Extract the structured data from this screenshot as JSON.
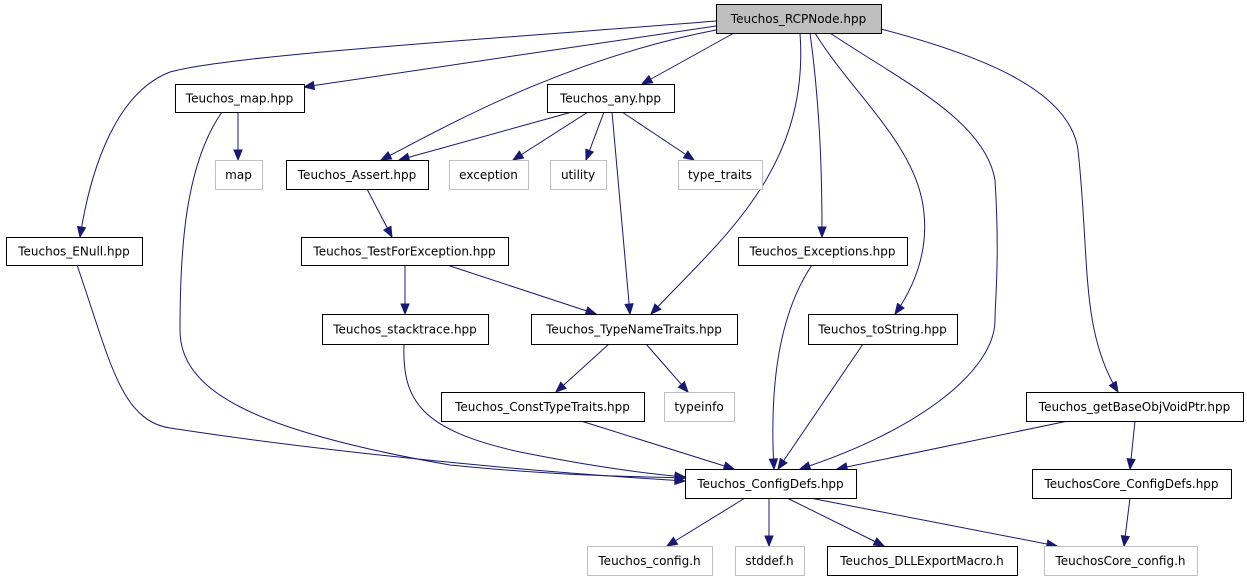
{
  "graph": {
    "edge_color": "#191970",
    "nodes": [
      {
        "id": "rcpnode",
        "label": "Teuchos_RCPNode.hpp",
        "style": "root"
      },
      {
        "id": "map_hpp",
        "label": "Teuchos_map.hpp",
        "style": "normal"
      },
      {
        "id": "any_hpp",
        "label": "Teuchos_any.hpp",
        "style": "normal"
      },
      {
        "id": "map",
        "label": "map",
        "style": "external"
      },
      {
        "id": "assert_hpp",
        "label": "Teuchos_Assert.hpp",
        "style": "normal"
      },
      {
        "id": "exception",
        "label": "exception",
        "style": "external"
      },
      {
        "id": "utility",
        "label": "utility",
        "style": "external"
      },
      {
        "id": "type_traits",
        "label": "type_traits",
        "style": "external"
      },
      {
        "id": "enull_hpp",
        "label": "Teuchos_ENull.hpp",
        "style": "normal"
      },
      {
        "id": "testforexc",
        "label": "Teuchos_TestForException.hpp",
        "style": "normal"
      },
      {
        "id": "exceptions_hpp",
        "label": "Teuchos_Exceptions.hpp",
        "style": "normal"
      },
      {
        "id": "stacktrace",
        "label": "Teuchos_stacktrace.hpp",
        "style": "normal"
      },
      {
        "id": "typenametraits",
        "label": "Teuchos_TypeNameTraits.hpp",
        "style": "normal"
      },
      {
        "id": "tostring",
        "label": "Teuchos_toString.hpp",
        "style": "normal"
      },
      {
        "id": "consttypetraits",
        "label": "Teuchos_ConstTypeTraits.hpp",
        "style": "normal"
      },
      {
        "id": "typeinfo",
        "label": "typeinfo",
        "style": "external"
      },
      {
        "id": "getbaseobj",
        "label": "Teuchos_getBaseObjVoidPtr.hpp",
        "style": "normal"
      },
      {
        "id": "configdefs",
        "label": "Teuchos_ConfigDefs.hpp",
        "style": "normal"
      },
      {
        "id": "coreconfigdefs",
        "label": "TeuchosCore_ConfigDefs.hpp",
        "style": "normal"
      },
      {
        "id": "config_h",
        "label": "Teuchos_config.h",
        "style": "external"
      },
      {
        "id": "stddef",
        "label": "stddef.h",
        "style": "external"
      },
      {
        "id": "dllexport",
        "label": "Teuchos_DLLExportMacro.h",
        "style": "normal"
      },
      {
        "id": "coreconfig_h",
        "label": "TeuchosCore_config.h",
        "style": "external"
      }
    ],
    "edges": [
      {
        "from": "rcpnode",
        "to": "map_hpp"
      },
      {
        "from": "rcpnode",
        "to": "any_hpp"
      },
      {
        "from": "rcpnode",
        "to": "assert_hpp"
      },
      {
        "from": "rcpnode",
        "to": "enull_hpp"
      },
      {
        "from": "rcpnode",
        "to": "typenametraits"
      },
      {
        "from": "rcpnode",
        "to": "exceptions_hpp"
      },
      {
        "from": "rcpnode",
        "to": "tostring"
      },
      {
        "from": "rcpnode",
        "to": "configdefs"
      },
      {
        "from": "rcpnode",
        "to": "getbaseobj"
      },
      {
        "from": "map_hpp",
        "to": "map"
      },
      {
        "from": "map_hpp",
        "to": "configdefs"
      },
      {
        "from": "any_hpp",
        "to": "assert_hpp"
      },
      {
        "from": "any_hpp",
        "to": "exception"
      },
      {
        "from": "any_hpp",
        "to": "utility"
      },
      {
        "from": "any_hpp",
        "to": "type_traits"
      },
      {
        "from": "any_hpp",
        "to": "typenametraits"
      },
      {
        "from": "assert_hpp",
        "to": "testforexc"
      },
      {
        "from": "testforexc",
        "to": "stacktrace"
      },
      {
        "from": "testforexc",
        "to": "typenametraits"
      },
      {
        "from": "enull_hpp",
        "to": "configdefs"
      },
      {
        "from": "stacktrace",
        "to": "configdefs"
      },
      {
        "from": "typenametraits",
        "to": "consttypetraits"
      },
      {
        "from": "typenametraits",
        "to": "typeinfo"
      },
      {
        "from": "consttypetraits",
        "to": "configdefs"
      },
      {
        "from": "exceptions_hpp",
        "to": "configdefs"
      },
      {
        "from": "tostring",
        "to": "configdefs"
      },
      {
        "from": "getbaseobj",
        "to": "configdefs"
      },
      {
        "from": "getbaseobj",
        "to": "coreconfigdefs"
      },
      {
        "from": "coreconfigdefs",
        "to": "coreconfig_h"
      },
      {
        "from": "configdefs",
        "to": "config_h"
      },
      {
        "from": "configdefs",
        "to": "stddef"
      },
      {
        "from": "configdefs",
        "to": "dllexport"
      },
      {
        "from": "configdefs",
        "to": "coreconfig_h"
      }
    ]
  }
}
